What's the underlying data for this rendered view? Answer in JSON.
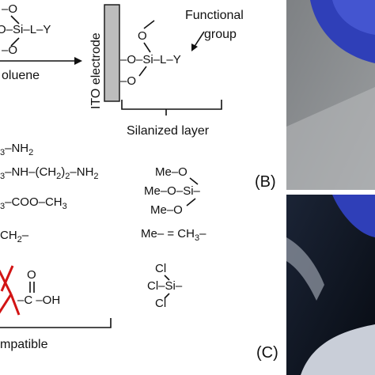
{
  "top_scheme": {
    "precursor_o1": "–O",
    "precursor_si_row": "O–Si–L–Y",
    "precursor_o3": "–O",
    "solvent": "oluene",
    "electrode_label": "ITO electrode",
    "bound_o_top": "O",
    "bound_si_row": "–O–Si–L–Y",
    "bound_o_bottom": "–O",
    "functional_group_line1": "Functional",
    "functional_group_line2": "group",
    "silanized_layer": "Silanized layer"
  },
  "linkers": {
    "row1_sub": "3",
    "row1_text": "–NH",
    "row1_tail": "2",
    "row2_sub": "3",
    "row2_text": "–NH–(CH",
    "row2_mid": "2",
    "row2_mid2": ")",
    "row2_sub2": "2",
    "row2_tail": "–NH",
    "row2_tail_sub": "2",
    "row3_sub": "3",
    "row3_text": "–COO–CH",
    "row3_tail": "3",
    "row4_text": "CH",
    "row4_sub": "2",
    "row4_tail": "–"
  },
  "methoxy": {
    "row1": "Me–O",
    "row2": "Me–O–Si–",
    "row3": "Me–O",
    "me_def_left": "Me– = CH",
    "me_def_sub": "3",
    "me_def_right": "–"
  },
  "chloro": {
    "row1": "Cl",
    "row2": "Cl–Si–",
    "row3": "Cl"
  },
  "carboxyl": {
    "o_top": "O",
    "chain": "–C –OH"
  },
  "incompatible": "mpatible",
  "panels": {
    "b_label": "(B)",
    "c_label": "(C)"
  },
  "colors": {
    "ink": "#111111",
    "red_mark": "#d21414",
    "electrode": "#bdbdbd",
    "photo_b_bg": "#8a8d90",
    "photo_c_bg": "#101826",
    "glove": "#2f3fb8"
  }
}
